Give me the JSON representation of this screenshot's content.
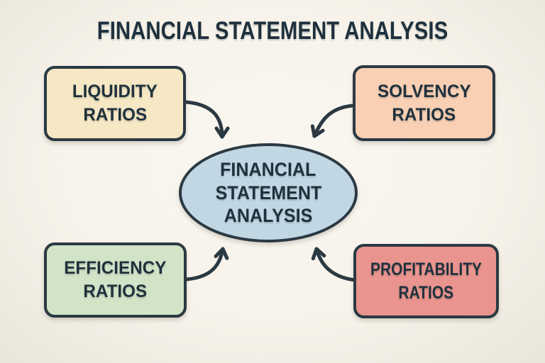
{
  "title": "FINANCIAL STATEMENT ANALYSIS",
  "colors": {
    "background": "#f7f3ea",
    "text": "#1f313d",
    "stroke": "#2b3942",
    "liquidity_fill": "#f6e8c4",
    "solvency_fill": "#f9d0b4",
    "efficiency_fill": "#d2e4c7",
    "profitability_fill": "#ea948f",
    "center_fill": "#c1d8e4"
  },
  "center_node": {
    "id": "center",
    "label": "FINANCIAL STATEMENT ANALYSIS",
    "shape": "ellipse",
    "lines": [
      "FINANCIAL",
      "STATEMENT",
      "ANALYSIS"
    ]
  },
  "nodes": [
    {
      "id": "liquidity-ratios",
      "label": "LIQUIDITY RATIOS",
      "lines": [
        "LIQUIDITY",
        "RATIOS"
      ],
      "position": "top-left"
    },
    {
      "id": "solvency-ratios",
      "label": "SOLVENCY RATIOS",
      "lines": [
        "SOLVENCY",
        "RATIOS"
      ],
      "position": "top-right"
    },
    {
      "id": "efficiency-ratios",
      "label": "EFFICIENCY RATIOS",
      "lines": [
        "EFFICIENCY",
        "RATIOS"
      ],
      "position": "bottom-left"
    },
    {
      "id": "profitability-ratios",
      "label": "PROFITABILITY RATIOS",
      "lines": [
        "PROFITABILITY",
        "RATIOS"
      ],
      "position": "bottom-right"
    }
  ],
  "edges": [
    {
      "from": "liquidity-ratios",
      "to": "center",
      "style": "curved-arrow"
    },
    {
      "from": "solvency-ratios",
      "to": "center",
      "style": "curved-arrow"
    },
    {
      "from": "efficiency-ratios",
      "to": "center",
      "style": "curved-arrow"
    },
    {
      "from": "profitability-ratios",
      "to": "center",
      "style": "curved-arrow"
    }
  ]
}
